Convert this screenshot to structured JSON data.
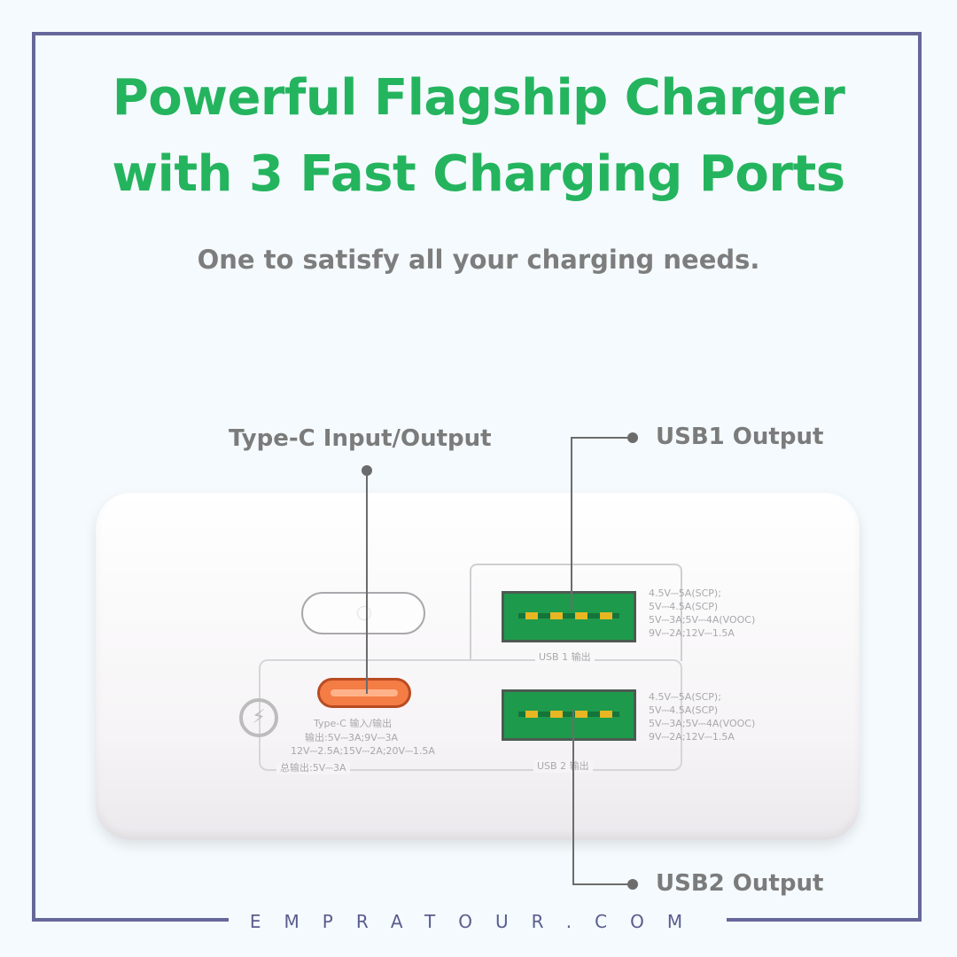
{
  "title": {
    "line1": "Powerful Flagship Charger",
    "line2": "with 3 Fast Charging Ports"
  },
  "subtitle": "One to satisfy all your charging needs.",
  "callouts": {
    "typec": "Type-C Input/Output",
    "usb1": "USB1 Output",
    "usb2": "USB2 Output"
  },
  "device": {
    "typec_label": "Type-C 输入/输出",
    "typec_spec1": "输出:5V⎓3A;9V⎓3A",
    "typec_spec2": "12V⎓2.5A;15V⎓2A;20V⎓1.5A",
    "total_output": "总输出:5V⎓3A",
    "usb1_label": "USB 1 输出",
    "usb2_label": "USB 2 输出",
    "usb_spec": [
      "4.5V⎓5A(SCP);",
      "5V⎓4.5A(SCP)",
      "5V⎓3A;5V⎓4A(VOOC)",
      "9V⎓2A;12V⎓1.5A"
    ]
  },
  "icons": {
    "fast_charge": "fast-charge-icon",
    "power_button": "power-button"
  },
  "colors": {
    "title": "#24b45e",
    "frame": "#65679a",
    "typec_port": "#f47c45",
    "usb_port": "#1e9a4c",
    "usb_pins": "#e8b623"
  },
  "watermark": "EMPRATOUR.COM"
}
